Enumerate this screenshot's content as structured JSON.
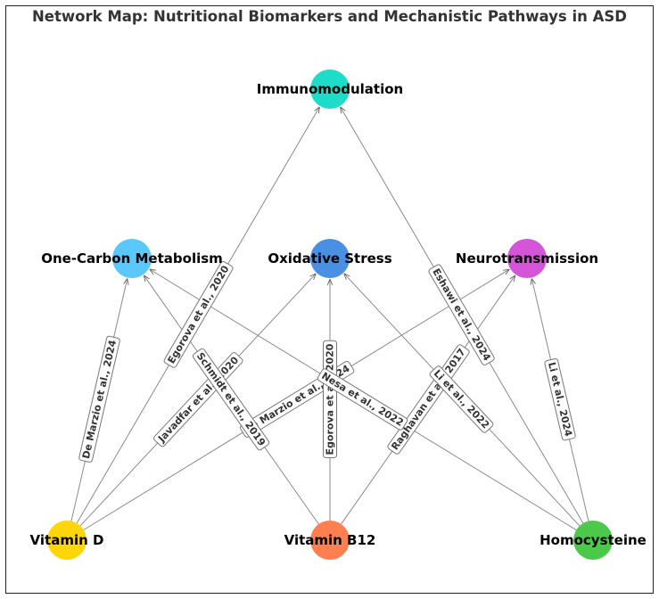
{
  "title": "Network Map: Nutritional Biomarkers and Mechanistic Pathways in ASD",
  "nodes": [
    {
      "id": "immunomodulation",
      "label": "Immunomodulation",
      "color": "#1ddcc8"
    },
    {
      "id": "one_carbon",
      "label": "One-Carbon Metabolism",
      "color": "#5ac8fa"
    },
    {
      "id": "oxidative_stress",
      "label": "Oxidative Stress",
      "color": "#4a90e2"
    },
    {
      "id": "neurotransmission",
      "label": "Neurotransmission",
      "color": "#d455d8"
    },
    {
      "id": "vitamin_d",
      "label": "Vitamin D",
      "color": "#ffd60a"
    },
    {
      "id": "vitamin_b12",
      "label": "Vitamin B12",
      "color": "#ff7f50"
    },
    {
      "id": "homocysteine",
      "label": "Homocysteine",
      "color": "#4cc84a"
    }
  ],
  "edges": [
    {
      "from": "vitamin_d",
      "to": "one_carbon",
      "label": "De Marzio et al., 2024"
    },
    {
      "from": "vitamin_d",
      "to": "immunomodulation",
      "label": "Egorova et al., 2020"
    },
    {
      "from": "vitamin_d",
      "to": "oxidative_stress",
      "label": "Javadfar et al., 2020"
    },
    {
      "from": "vitamin_d",
      "to": "neurotransmission",
      "label": "De Marzio et al., 2024"
    },
    {
      "from": "vitamin_b12",
      "to": "one_carbon",
      "label": "Schmidt et al., 2019"
    },
    {
      "from": "vitamin_b12",
      "to": "oxidative_stress",
      "label": "Egorova et al., 2020"
    },
    {
      "from": "vitamin_b12",
      "to": "neurotransmission",
      "label": "Raghavan et al., 2017"
    },
    {
      "from": "homocysteine",
      "to": "one_carbon",
      "label": "Nesa et al., 2022"
    },
    {
      "from": "homocysteine",
      "to": "immunomodulation",
      "label": "Eshawi et al., 2024"
    },
    {
      "from": "homocysteine",
      "to": "oxidative_stress",
      "label": "Li et al., 2022"
    },
    {
      "from": "homocysteine",
      "to": "neurotransmission",
      "label": "Li et al., 2024"
    }
  ]
}
